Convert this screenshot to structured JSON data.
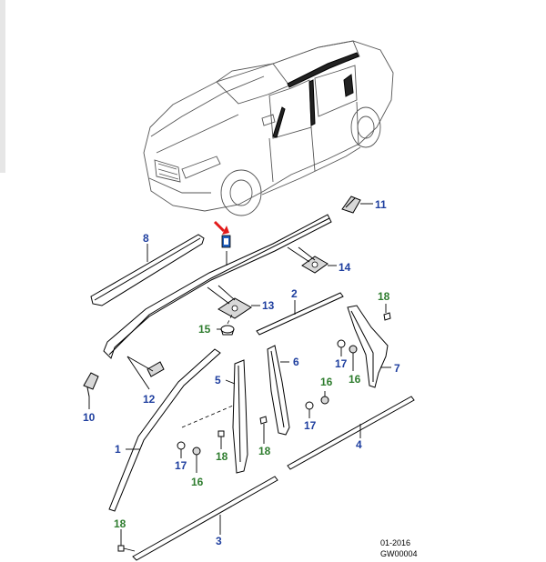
{
  "callouts": {
    "c1": "1",
    "c2": "2",
    "c3": "3",
    "c4": "4",
    "c5": "5",
    "c6": "6",
    "c7": "7",
    "c8": "8",
    "c10": "10",
    "c11": "11",
    "c12": "12",
    "c13": "13",
    "c14": "14",
    "c15": "15",
    "c16a": "16",
    "c16b": "16",
    "c16c": "16",
    "c17a": "17",
    "c17b": "17",
    "c17c": "17",
    "c18a": "18",
    "c18b": "18",
    "c18c": "18",
    "c18d": "18"
  },
  "colors": {
    "callout_blue": "#1f3f9f",
    "callout_green": "#2f7d2f",
    "pointer_red": "#e21a1a"
  },
  "footer": {
    "date": "01-2016",
    "code": "GW00004"
  }
}
